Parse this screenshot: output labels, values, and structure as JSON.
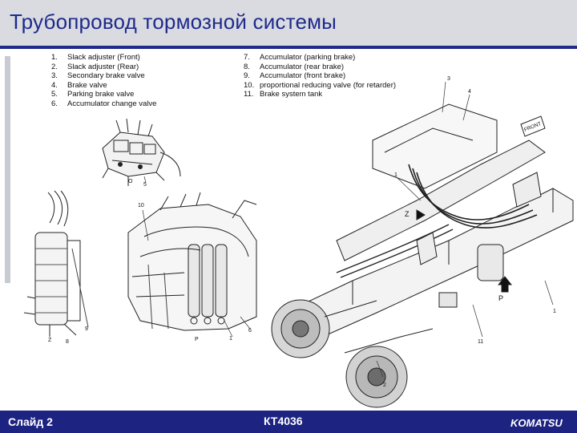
{
  "title": "Трубопровод тормозной системы",
  "legend_left": [
    {
      "n": "1.",
      "label": "Slack adjuster (Front)"
    },
    {
      "n": "2.",
      "label": "Slack adjuster (Rear)"
    },
    {
      "n": "3.",
      "label": "Secondary brake valve"
    },
    {
      "n": "4.",
      "label": "Brake valve"
    },
    {
      "n": "5.",
      "label": "Parking brake valve"
    },
    {
      "n": "6.",
      "label": "Accumulator change valve"
    }
  ],
  "legend_right": [
    {
      "n": "7.",
      "label": "Accumulator (parking brake)"
    },
    {
      "n": "8.",
      "label": "Accumulator (rear brake)"
    },
    {
      "n": "9.",
      "label": "Accumulator (front brake)"
    },
    {
      "n": "10.",
      "label": "proportional reducing valve (for retarder)"
    },
    {
      "n": "11.",
      "label": "Brake system tank"
    }
  ],
  "callouts": {
    "c5": "5",
    "cO": "O",
    "c10": "10",
    "cZ": "Z",
    "c9": "9",
    "c8": "8",
    "cP": "P",
    "c1a": "1",
    "c6": "6",
    "c3": "3",
    "c4": "4",
    "c1b": "1",
    "cZ2": "Z",
    "c2": "2",
    "c11": "11",
    "cP2": "P",
    "c1c": "1",
    "front": "FRONT"
  },
  "footer": {
    "slide": "Слайд 2",
    "code": "КТ4036",
    "logo": "KOMATSU"
  },
  "colors": {
    "title": "#1e2a8c",
    "footer_bg": "#1c2380",
    "title_bg": "#d9dbe0"
  }
}
